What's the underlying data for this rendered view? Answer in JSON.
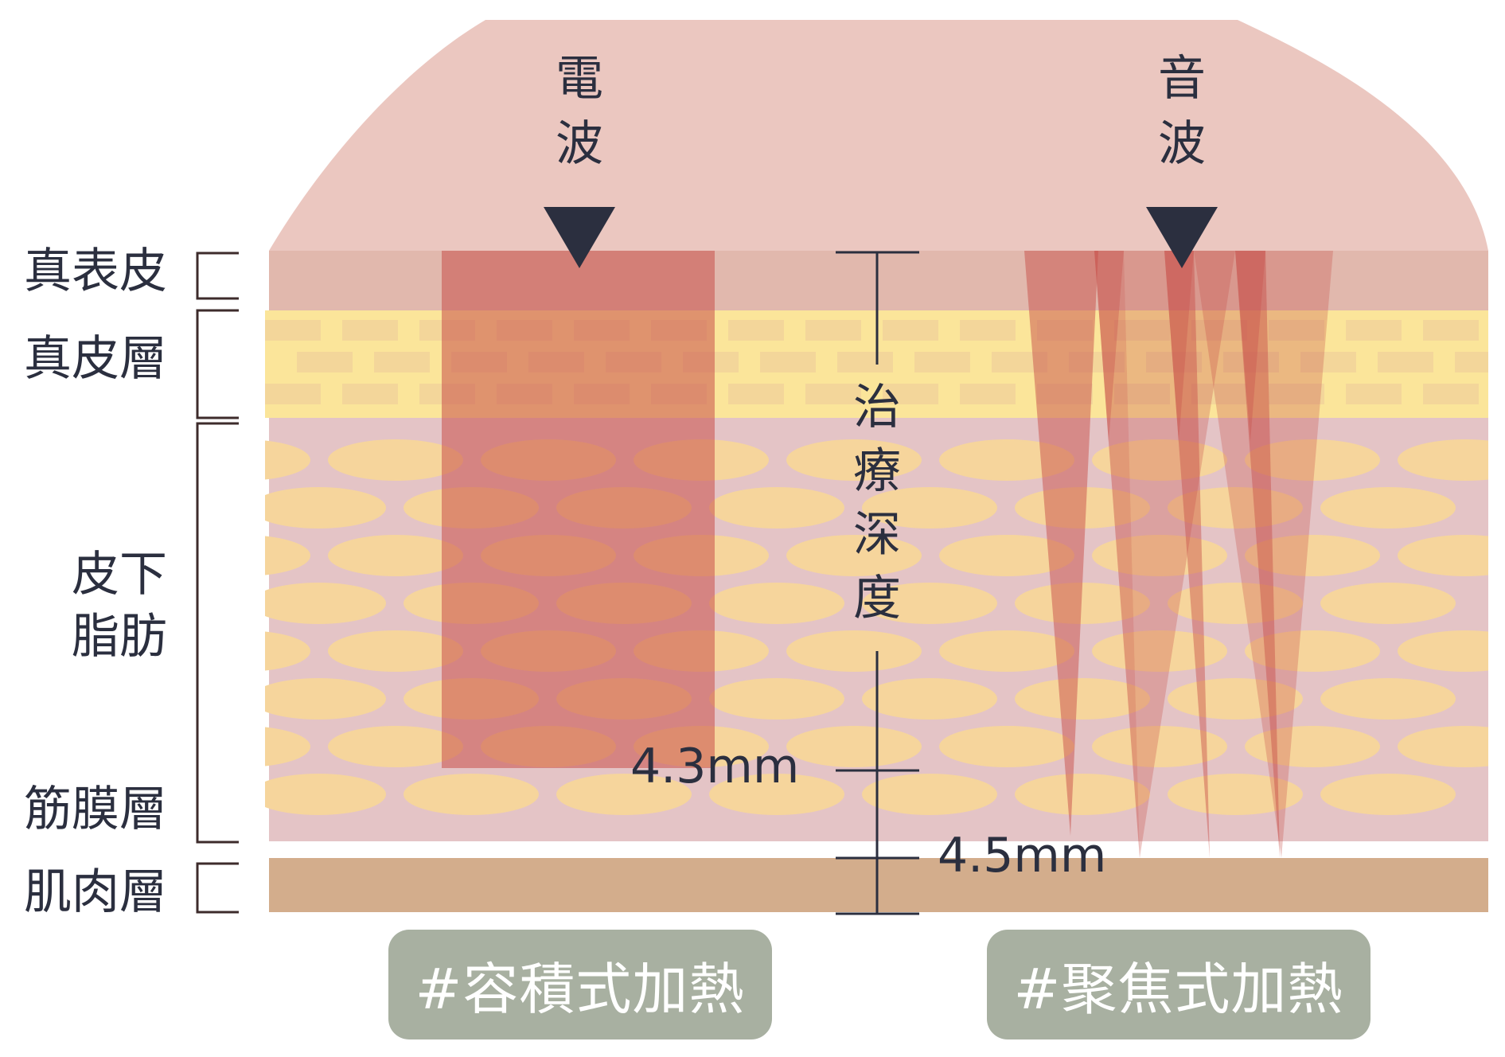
{
  "labels": {
    "layer_epidermis": "真表皮",
    "layer_dermis": "真皮層",
    "layer_fat_line1": "皮下",
    "layer_fat_line2": "脂肪",
    "layer_fascia": "筋膜層",
    "layer_muscle": "肌肉層",
    "rf_line1": "電",
    "rf_line2": "波",
    "us_line1": "音",
    "us_line2": "波",
    "depth_chars": [
      "治",
      "療",
      "深",
      "度"
    ],
    "rf_depth": "4.3mm",
    "us_depth": "4.5mm",
    "tag_volumetric": "#容積式加熱",
    "tag_focused": "#聚焦式加熱"
  },
  "colors": {
    "probe": "#ebc7c0",
    "epidermis": "#e1b8ad",
    "dermis": "#fbe59a",
    "dermis_brick": "#f3d69a",
    "fat_bg": "#e4c4c6",
    "fat_ellipse": "#f6d59c",
    "muscle": "#d3ad8c",
    "rf_zone": "#c8504a",
    "us_beam": "#c8504a",
    "ink": "#2b2f3f",
    "tag_bg": "#a8b0a1"
  }
}
